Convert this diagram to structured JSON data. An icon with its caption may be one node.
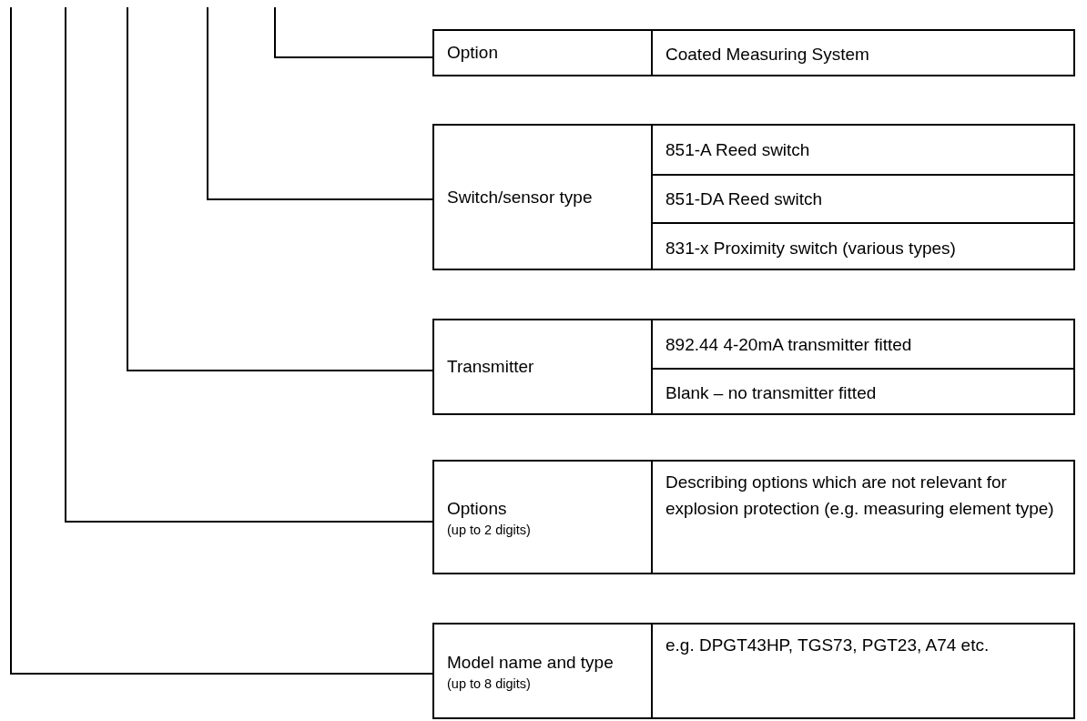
{
  "diagram": {
    "nodes": [
      {
        "text": [
          "Option"
        ]
      },
      {
        "text": [
          "Coated Measuring System"
        ],
        "in": 0
      },
      {
        "text": [
          "Switch/sensor type"
        ]
      },
      {
        "text": [
          "851-A Reed switch"
        ],
        "in": 2
      },
      {
        "text": [
          "851-DA Reed switch"
        ],
        "in": 2
      },
      {
        "text": [
          "831-x Proximity switch (various types)"
        ],
        "in": 2
      },
      {
        "text": [
          "Transmitter"
        ]
      },
      {
        "text": [
          "892.44 4-20mA transmitter fitted"
        ],
        "in": 6
      },
      {
        "text": [
          "Blank – no transmitter fitted"
        ],
        "in": 6
      },
      {
        "text": [
          "Options",
          "(up to 2 digits)"
        ]
      },
      {
        "text": [
          "Describing options which are not relevant for explosion protection (e.g. measuring element type)"
        ],
        "in": 9
      },
      {
        "text": [
          "Model name and type",
          "(up to 8 digits)"
        ]
      },
      {
        "text": [
          "e.g. DPGT43HP, TGS73, PGT23, A74 etc."
        ],
        "in": 11
      }
    ],
    "edges": [
      {
        "from": null,
        "to": 0,
        "arrow": "none"
      },
      {
        "from": null,
        "to": 2,
        "arrow": "none"
      },
      {
        "from": null,
        "to": 6,
        "arrow": "none"
      },
      {
        "from": null,
        "to": 9,
        "arrow": "none"
      },
      {
        "from": null,
        "to": 11,
        "arrow": "none"
      }
    ]
  }
}
